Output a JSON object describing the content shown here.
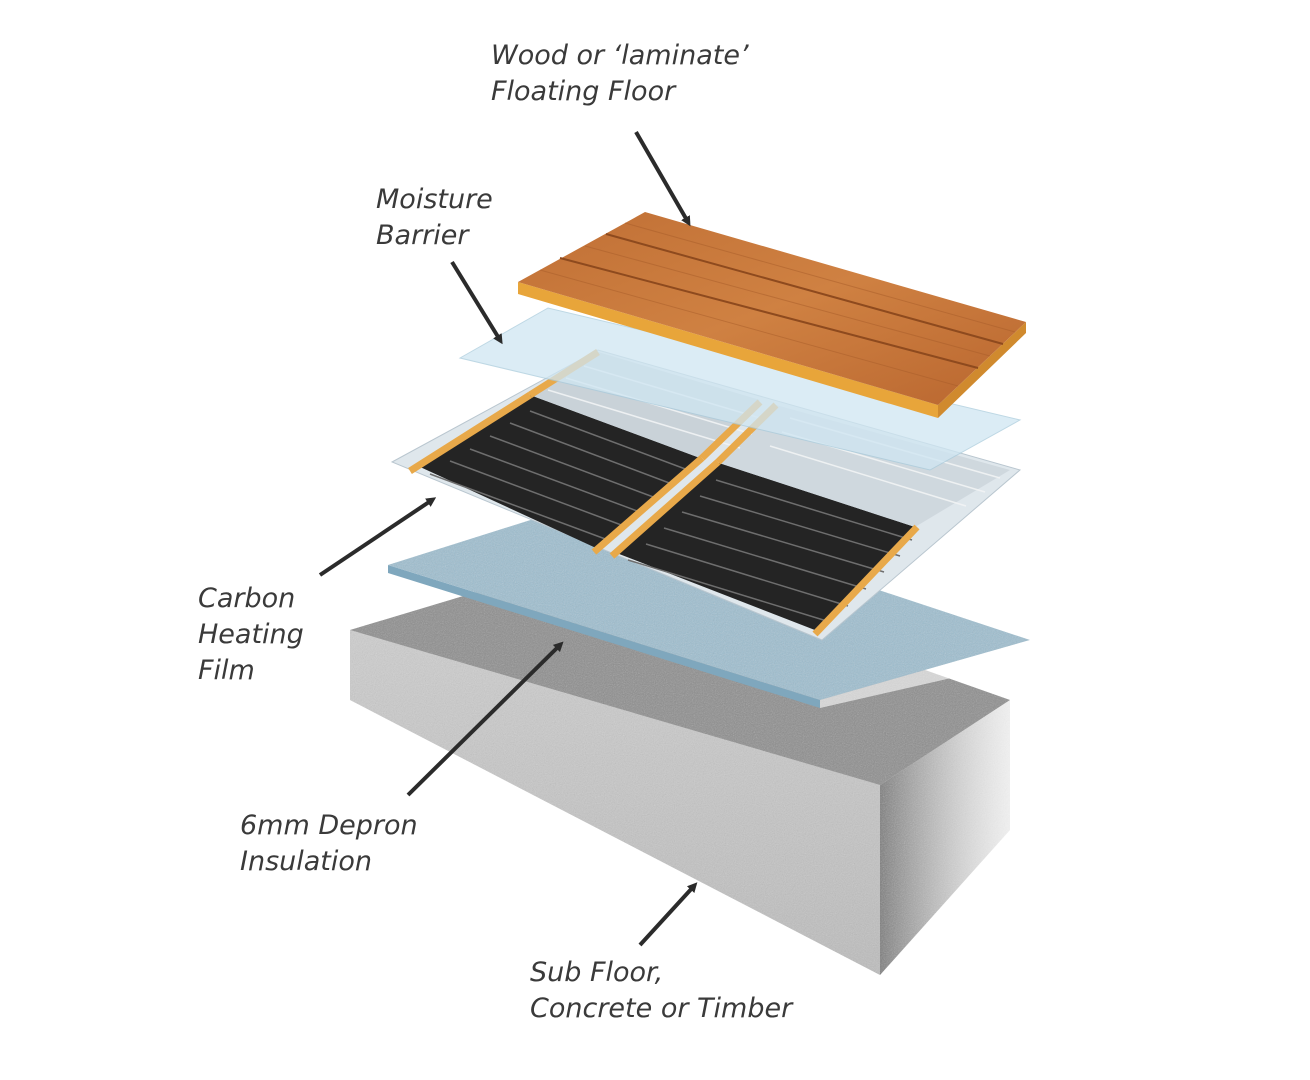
{
  "labels": {
    "floating_floor": [
      "Wood or ‘laminate’",
      "Floating Floor"
    ],
    "moisture_barrier": [
      "Moisture",
      "Barrier"
    ],
    "carbon_film": [
      "Carbon",
      "Heating",
      "Film"
    ],
    "depron": [
      "6mm Depron",
      "Insulation"
    ],
    "sub_floor": [
      "Sub Floor,",
      "Concrete or Timber"
    ]
  },
  "colors": {
    "text": "#3a3a3a",
    "arrow": "#2b2b2b",
    "wood": "#c8773a",
    "wood_edge": "#e8a53a",
    "insulation": "#9fbfd0",
    "heating_film": "#222222",
    "copper_strip": "#e8a94a",
    "concrete": "#bdbdbd",
    "barrier": "#d9ecf5"
  }
}
